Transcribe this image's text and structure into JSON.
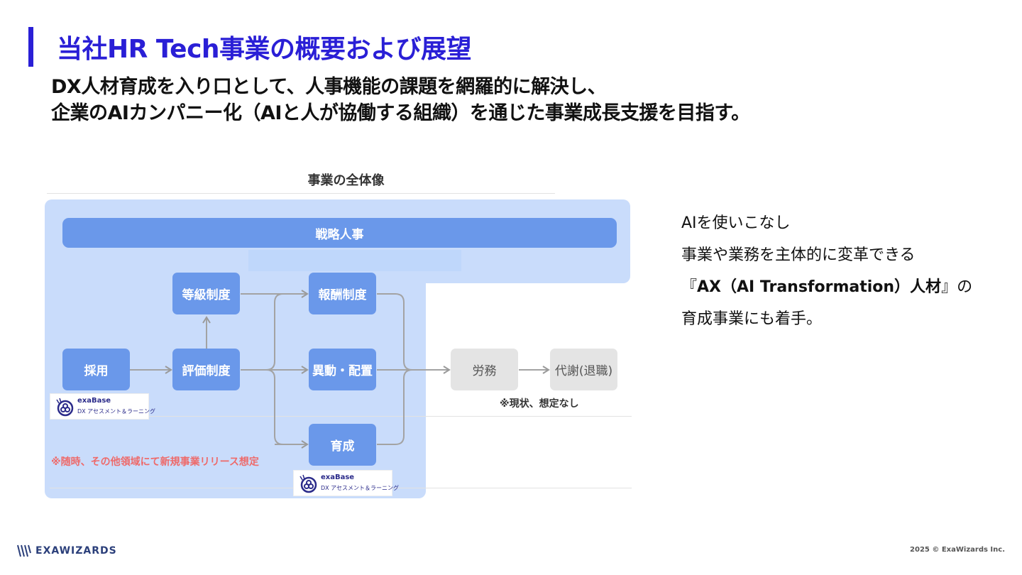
{
  "page_title": "当社HR Tech事業の概要および展望",
  "lead": {
    "line1": "DX人材育成を入り口として、人事機能の課題を網羅的に解決し、",
    "line2": "企業のAIカンパニー化（AIと人が協働する組織）を通じた事業成長支援を目指す。"
  },
  "diagram": {
    "title": "事業の全体像",
    "strategy_label": "戦略人事",
    "nodes": {
      "grade": "等級制度",
      "hiring": "採用",
      "evaluation": "評価制度",
      "compensation": "報酬制度",
      "transfer": "異動・配置",
      "development": "育成",
      "labor": "労務",
      "metabolism": "代謝(退職)"
    },
    "note_red": "※随時、その他領域にて新規事業リリース想定",
    "note_gray": "※現状、想定なし",
    "logo": {
      "name": "exaBase",
      "sub": "DX アセスメント＆ラーニング"
    }
  },
  "side": {
    "line1": "AIを使いこなし",
    "line2": "事業や業務を主体的に変革できる",
    "line3_open": "『",
    "line3_bold": "AX（AI Transformation）人材",
    "line3_close": "』の",
    "line4": "育成事業にも着手。"
  },
  "footer": {
    "brand": "EXAWIZARDS",
    "copyright": "2025 © ExaWizards Inc."
  },
  "colors": {
    "title": "#2a1fd6",
    "node": "#6a98ea",
    "background_panel": "#c9dcfb",
    "note_red": "#ee6a6a"
  }
}
